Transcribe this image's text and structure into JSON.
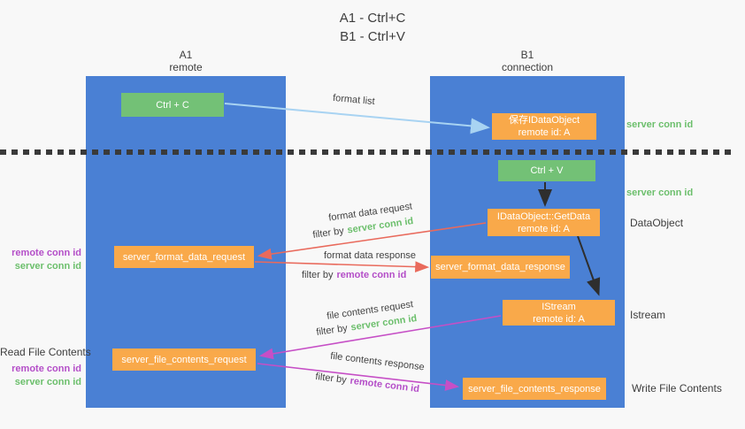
{
  "title": {
    "line1": "A1 - Ctrl+C",
    "line2": "B1 - Ctrl+V"
  },
  "lanes": {
    "left": {
      "name": "A1",
      "subtitle": "remote"
    },
    "right": {
      "name": "B1",
      "subtitle": "connection"
    }
  },
  "nodes": {
    "ctrl_c": {
      "label": "Ctrl + C"
    },
    "save_dataobject": {
      "line1": "保存IDataObject",
      "line2": "remote id: A"
    },
    "ctrl_v": {
      "label": "Ctrl + V"
    },
    "getdata": {
      "line1": "IDataObject::GetData",
      "line2": "remote id: A"
    },
    "format_request": {
      "label": "server_format_data_request"
    },
    "format_response": {
      "label": "server_format_data_response"
    },
    "istream": {
      "line1": "IStream",
      "line2": "remote id: A"
    },
    "file_request": {
      "label": "server_file_contents_request"
    },
    "file_response": {
      "label": "server_file_contents_response"
    }
  },
  "edge_labels": {
    "format_list": "format list",
    "format_data_request": "format data request",
    "format_data_response": "format data response",
    "file_contents_request": "file contents request",
    "file_contents_response": "file contents response",
    "filter_by": "filter by",
    "server_conn_id": "server conn id",
    "remote_conn_id": "remote conn id"
  },
  "side_labels": {
    "server_conn_id_top": "server conn id",
    "server_conn_id_mid": "server conn id",
    "dataobject": "DataObject",
    "istream": "Istream",
    "write_file_contents": "Write File Contents",
    "read_file_contents": "Read File Contents",
    "remote_conn_id_left1": "remote conn id",
    "server_conn_id_left1": "server conn id",
    "remote_conn_id_left2": "remote conn id",
    "server_conn_id_left2": "server conn id"
  },
  "colors": {
    "lane_blue": "#4a80d4",
    "node_orange": "#f9a94a",
    "node_green": "#73c176",
    "arrow_red": "#e96a5c",
    "arrow_magenta": "#c64fc6",
    "arrow_light_blue": "#a8d3f2",
    "arrow_black": "#2e2e2e",
    "text_green": "#6cbf6c",
    "text_purple": "#b44ec8",
    "background": "#f8f8f8"
  }
}
